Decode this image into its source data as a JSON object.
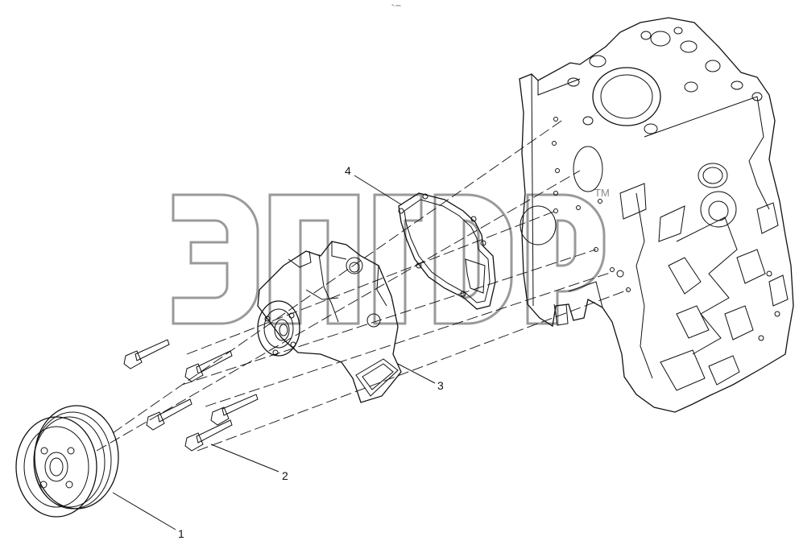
{
  "header": {
    "tiny_mark": "⁴ₛ ₘₘ"
  },
  "watermark": {
    "trademark": "TM"
  },
  "callouts": [
    {
      "id": "1",
      "label": "1"
    },
    {
      "id": "2",
      "label": "2"
    },
    {
      "id": "3",
      "label": "3"
    },
    {
      "id": "4",
      "label": "4"
    }
  ],
  "colors": {
    "line": "#111111",
    "watermark": "#9a9a9a",
    "background": "#ffffff"
  }
}
